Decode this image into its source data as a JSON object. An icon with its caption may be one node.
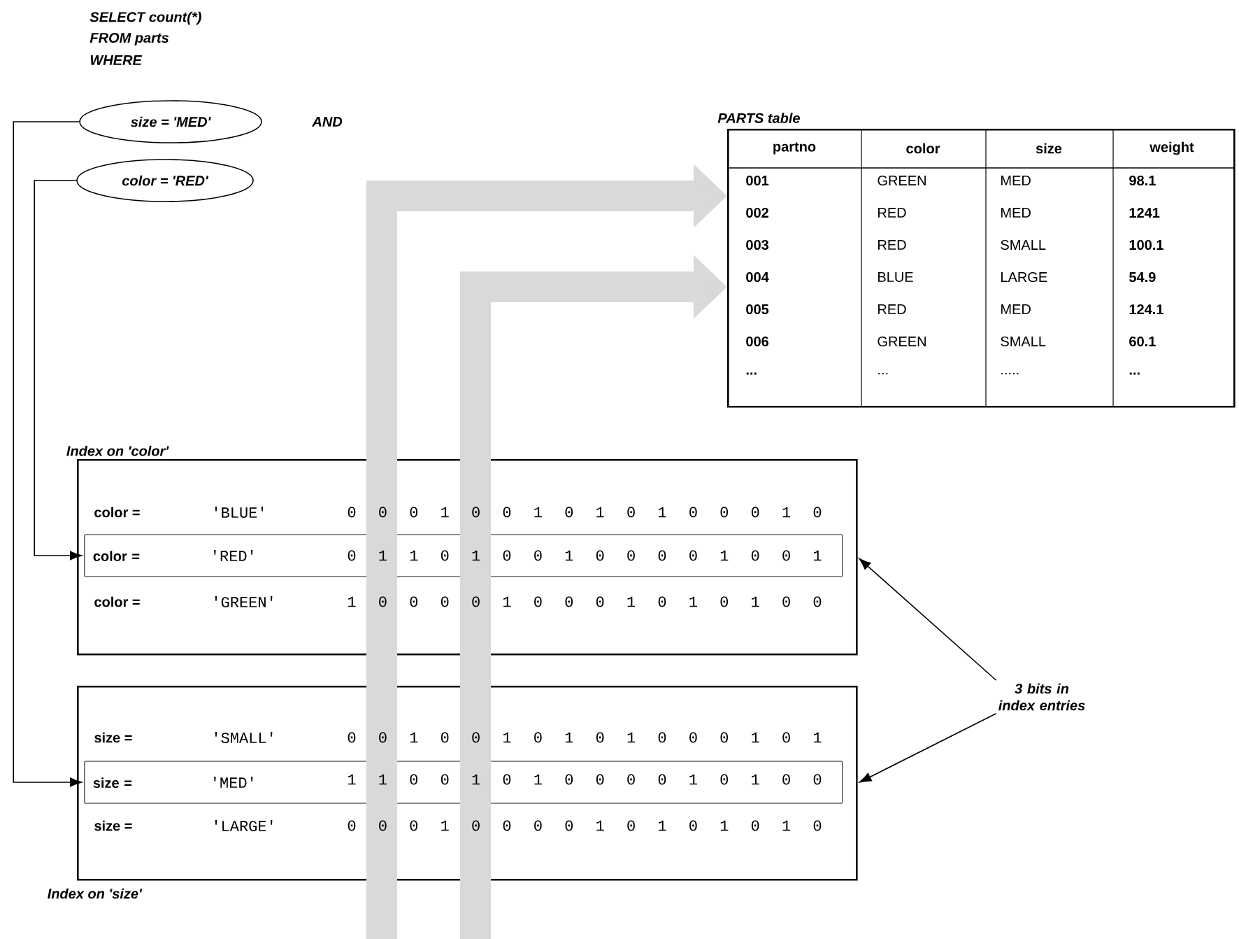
{
  "diagram": {
    "nodes": [
      {
        "text": [
          "size = 'MED'"
        ]
      },
      {
        "text": [
          "color = 'RED'"
        ]
      },
      {
        "text": [
          "PARTS table"
        ]
      },
      {
        "text": [
          "Index on 'color'"
        ]
      },
      {
        "text": [
          "color =",
          "'RED'"
        ],
        "in": 3
      },
      {
        "text": [
          "3 bits in index entries"
        ]
      },
      {
        "text": [
          "Index on 'size'"
        ]
      },
      {
        "text": [
          "size =",
          "'MED'"
        ],
        "in": 6
      }
    ],
    "edges": [
      {
        "from": 0,
        "to": 7,
        "arrow": "to"
      },
      {
        "from": 1,
        "to": 4,
        "arrow": "to"
      },
      {
        "from": 5,
        "to": 3,
        "arrow": "to"
      },
      {
        "from": 5,
        "to": 6,
        "arrow": "to"
      },
      {
        "from": null,
        "to": 2,
        "arrow": "to",
        "style": "thick",
        "color": "#d9d9d9"
      },
      {
        "from": null,
        "to": 2,
        "arrow": "to",
        "style": "thick",
        "color": "#d9d9d9"
      }
    ],
    "labels": [
      "SELECT count(*)",
      "FROM parts",
      "WHERE",
      "AND",
      "partno",
      "color",
      "size",
      "weight",
      "001",
      "GREEN",
      "MED",
      "98.1",
      "002",
      "RED",
      "MED",
      "1241",
      "003",
      "RED",
      "SMALL",
      "100.1",
      "004",
      "BLUE",
      "LARGE",
      "54.9",
      "005",
      "RED",
      "MED",
      "124.1",
      "006",
      "GREEN",
      "SMALL",
      "60.1",
      "...",
      "...",
      ".....",
      "...",
      "color =",
      "'BLUE'",
      "0 0 0 1 0 0 1 0 1 0 1 0 0 0 1 0",
      "0 1 1 0 1 0 0 1 0 0 0 0 1 0 0 1",
      "color =",
      "'GREEN'",
      "1 0 0 0 0 1 0 0 0 1 0 1 0 1 0 0",
      "size =",
      "'SMALL'",
      "0 0 1 0 0 1 0 1 0 1 0 0 0 1 0 1",
      "1 1 0 0 1 0 1 0 0 0 0 1 0 1 0 0",
      "size =",
      "'LARGE'",
      "0 0 0 1 0 0 0 0 1 0 1 0 1 0 1 0"
    ]
  }
}
